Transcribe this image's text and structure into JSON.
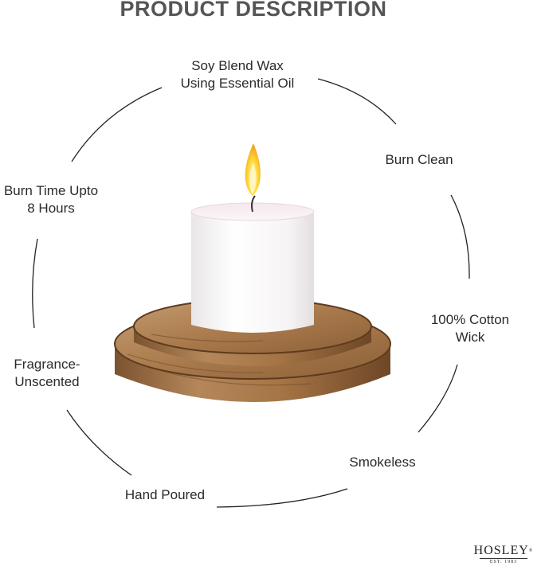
{
  "title": "PRODUCT DESCRIPTION",
  "features": [
    {
      "id": "soy-blend-wax",
      "lines": [
        "Soy Blend Wax",
        "Using Essential Oil"
      ]
    },
    {
      "id": "burn-clean",
      "lines": [
        "Burn Clean"
      ]
    },
    {
      "id": "cotton-wick",
      "lines": [
        "100% Cotton",
        "Wick"
      ]
    },
    {
      "id": "smokeless",
      "lines": [
        "Smokeless"
      ]
    },
    {
      "id": "hand-poured",
      "lines": [
        "Hand Poured"
      ]
    },
    {
      "id": "fragrance",
      "lines": [
        "Fragrance-",
        "Unscented"
      ]
    },
    {
      "id": "burn-time",
      "lines": [
        "Burn Time Upto",
        "8 Hours"
      ]
    }
  ],
  "brand": {
    "name": "HOSLEY",
    "mark": "®",
    "established": "EST. 1983"
  },
  "colors": {
    "title": "#555555",
    "text": "#2b2b2b",
    "arc": "#222222",
    "wood": "#a97a4c",
    "candle": "#f6f4f4"
  }
}
